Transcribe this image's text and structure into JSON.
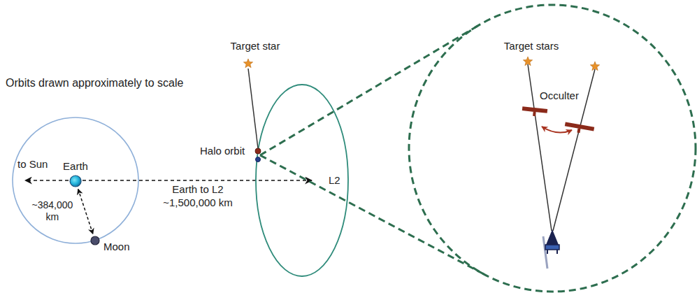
{
  "diagram": {
    "nodes": [
      {
        "text": [
          "Earth"
        ]
      },
      {
        "text": [
          "Moon"
        ]
      }
    ],
    "edges": [
      {
        "from": 0,
        "to": 1,
        "arrow": "both",
        "label": "~384,000 km"
      }
    ],
    "labels": [
      "Orbits drawn approximately to scale",
      "to Sun",
      "Earth to L2",
      "~1,500,000 km",
      "L2",
      "Target star",
      "Halo orbit",
      "Target stars",
      "Occulter"
    ]
  }
}
